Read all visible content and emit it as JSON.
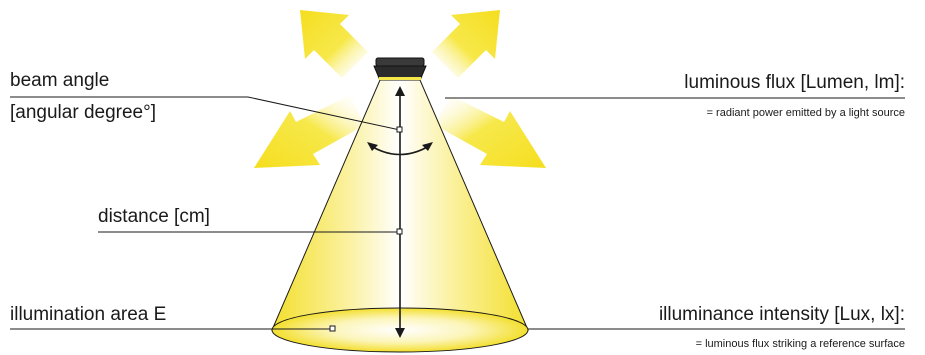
{
  "labels": {
    "beam_angle": "beam angle",
    "beam_angle_unit": "[angular degree°]",
    "distance": "distance [cm]",
    "illumination_area": "illumination area E",
    "luminous_flux": "luminous flux [Lumen, lm]:",
    "luminous_flux_desc": "= radiant power emitted by a light source",
    "illuminance": "illuminance intensity [Lux, lx]:",
    "illuminance_desc": "= luminous flux striking a reference surface"
  },
  "colors": {
    "light_yellow": "#f7e84a",
    "arrow_yellow": "#f5e03a",
    "line": "#1a1a1a",
    "lamp_body": "#2b2b2b"
  },
  "icons": [
    "light-fixture-icon"
  ]
}
